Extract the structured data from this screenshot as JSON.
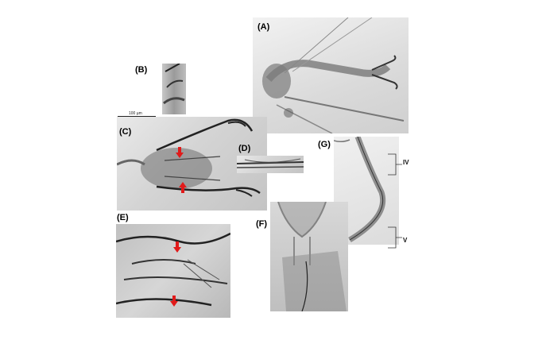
{
  "panels": {
    "a": {
      "label": "(A)"
    },
    "b": {
      "label": "(B)"
    },
    "c": {
      "label": "(C)"
    },
    "d": {
      "label": "(D)"
    },
    "e": {
      "label": "(E)"
    },
    "f": {
      "label": "(F)"
    },
    "g": {
      "label": "(G)"
    }
  },
  "scale_bar": {
    "text": "100 µm"
  },
  "segment_labels": {
    "iv": "IV",
    "v": "V"
  },
  "colors": {
    "arrow": "#e11a1a",
    "specimen": "#3a3a3a",
    "background": "#d2d2d2"
  },
  "icons": {
    "arrow": "red-arrow-icon"
  }
}
